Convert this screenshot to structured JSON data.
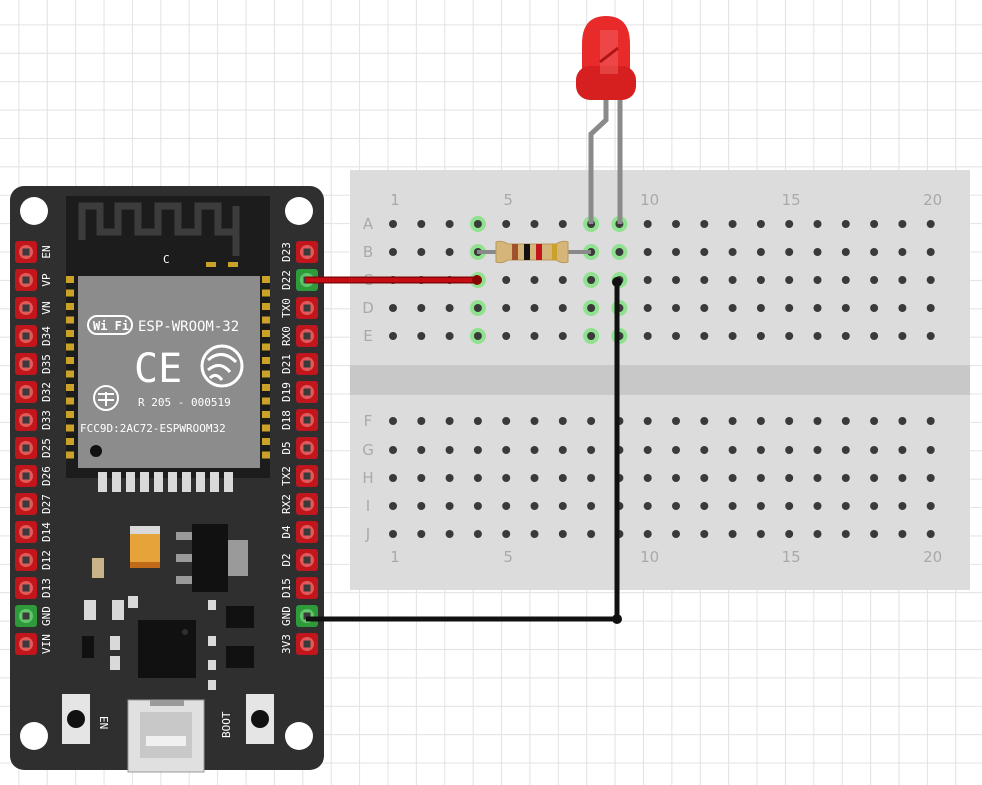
{
  "breadboard": {
    "column_labels": [
      {
        "col": 1,
        "text": "1"
      },
      {
        "col": 5,
        "text": "5"
      },
      {
        "col": 10,
        "text": "10"
      },
      {
        "col": 15,
        "text": "15"
      },
      {
        "col": 20,
        "text": "20"
      }
    ],
    "top_rows": [
      "A",
      "B",
      "C",
      "D",
      "E"
    ],
    "bottom_rows": [
      "F",
      "G",
      "H",
      "I",
      "J"
    ],
    "columns": 20,
    "highlighted_columns": [
      4,
      8,
      9
    ]
  },
  "board": {
    "module_name": "ESP-WROOM-32",
    "module_code": "C",
    "cert_text": "R 205 - 000519",
    "fcc_text": "FCC9D:2AC72-ESPWROOM32",
    "wifi_text": "Wi Fi",
    "ce_text": "CE",
    "left_pins": [
      "EN",
      "VP",
      "VN",
      "D34",
      "D35",
      "D32",
      "D33",
      "D25",
      "D26",
      "D27",
      "D14",
      "D12",
      "D13",
      "GND",
      "VIN"
    ],
    "right_pins": [
      "D23",
      "D22",
      "TX0",
      "RX0",
      "D21",
      "D19",
      "D18",
      "D5",
      "TX2",
      "RX2",
      "D4",
      "D2",
      "D15",
      "GND",
      "3V3"
    ],
    "button_en": "EN",
    "button_boot": "BOOT"
  },
  "colors": {
    "board": "#2f2f2f",
    "pin_header": "#c0161c",
    "breadboard": "#dcdcdc",
    "highlight": "#8fe28f",
    "wire_red": "#c50d12",
    "wire_black": "#111111",
    "led": "#e82a2a"
  },
  "components": {
    "led": "red-led",
    "resistor": "resistor",
    "wire_red": "D22-to-C4",
    "wire_black": "GND-to-C9"
  }
}
